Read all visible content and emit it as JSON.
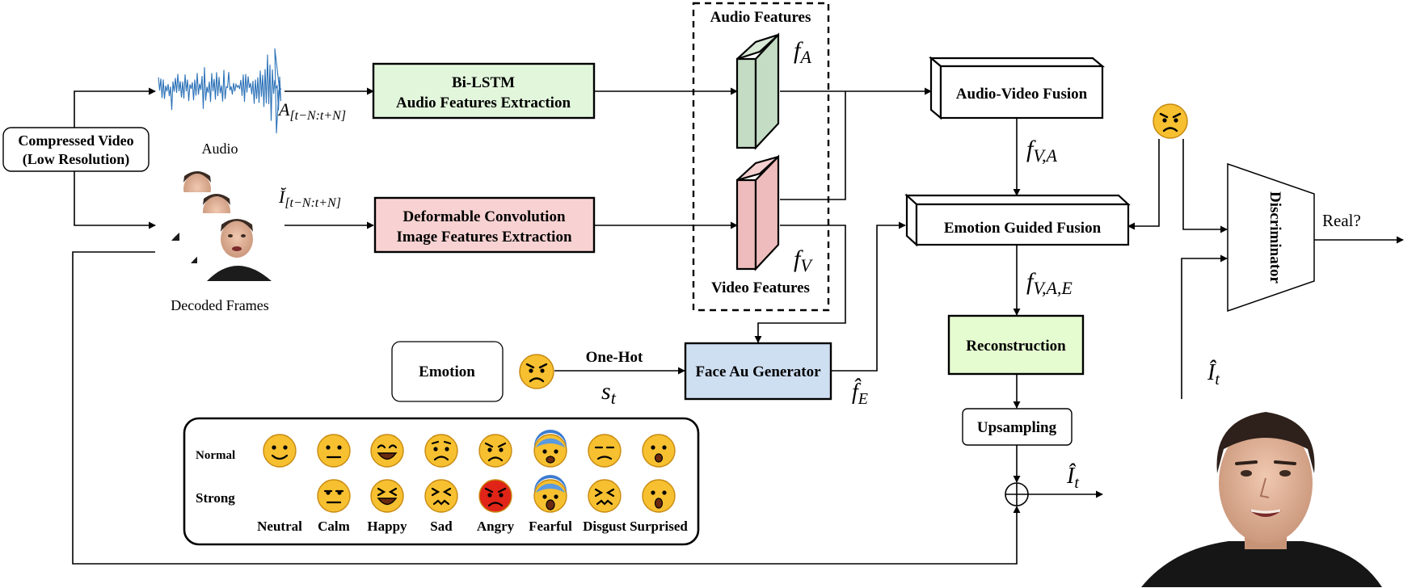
{
  "inputs": {
    "compressed_video_line1": "Compressed Video",
    "compressed_video_line2": "(Low Resolution)",
    "audio_label": "Audio",
    "decoded_frames_label": "Decoded Frames",
    "audio_window_base": "A",
    "audio_window_sub": "[t−N:t+N]",
    "image_window_base": "Ĭ",
    "image_window_sub": "[t−N:t+N]"
  },
  "modules": {
    "bilstm_line1": "Bi-LSTM",
    "bilstm_line2": "Audio Features Extraction",
    "deform_line1": "Deformable Convolution",
    "deform_line2": "Image Features Extraction",
    "audio_features_title": "Audio Features",
    "video_features_title": "Video Features",
    "fa_base": "f",
    "fa_sub": "A",
    "fv_base": "f",
    "fv_sub": "V",
    "av_fusion": "Audio-Video Fusion",
    "fva_base": "f",
    "fva_sub": "V,A",
    "emotion_fusion": "Emotion Guided Fusion",
    "fvae_base": "f",
    "fvae_sub": "V,A,E",
    "reconstruction": "Reconstruction",
    "upsampling": "Upsampling",
    "it_base": "Î",
    "it_sub": "t",
    "it2_base": "Î",
    "it2_sub": "t",
    "discriminator": "Discriminator",
    "real_question": "Real?",
    "emotion": "Emotion",
    "one_hot": "One-Hot",
    "st_base": "s",
    "st_sub": "t",
    "face_au_generator": "Face Au Generator",
    "fe_base": "f̂",
    "fe_sub": "E"
  },
  "legend": {
    "row_normal": "Normal",
    "row_strong": "Strong",
    "columns": [
      "Neutral",
      "Calm",
      "Happy",
      "Sad",
      "Angry",
      "Fearful",
      "Disgust",
      "Surprised"
    ]
  },
  "colors": {
    "bilstm_fill": "#e2f6dc",
    "deform_fill": "#f8d2d2",
    "audio_feature_fill": "#c4dcc4",
    "video_feature_fill": "#eebcbc",
    "face_au_fill": "#cfdff2",
    "reconstruction_fill": "#e5fbd0",
    "emoji_yellow": "#f6c030",
    "emoji_angry_red": "#e02418",
    "audio_wave": "#2c72b8"
  }
}
